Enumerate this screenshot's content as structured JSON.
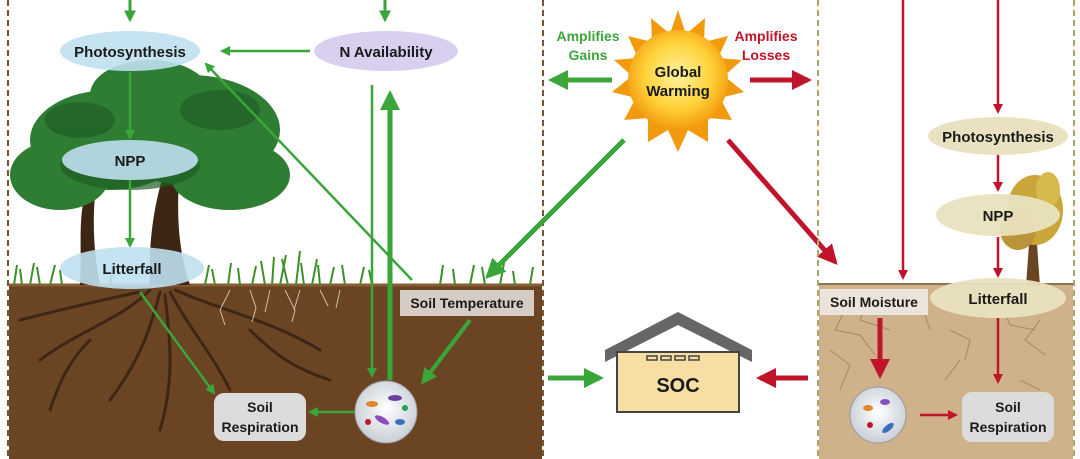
{
  "labels": {
    "photosynthesis_left": "Photosynthesis",
    "n_availability": "N Availability",
    "npp_left": "NPP",
    "litterfall_left": "Litterfall",
    "soil_temperature": "Soil Temperature",
    "soil_respiration_left_1": "Soil",
    "soil_respiration_left_2": "Respiration",
    "soc": "SOC",
    "global_warming_1": "Global",
    "global_warming_2": "Warming",
    "amplifies_gains_1": "Amplifies",
    "amplifies_gains_2": "Gains",
    "amplifies_losses_1": "Amplifies",
    "amplifies_losses_2": "Losses",
    "photosynthesis_right": "Photosynthesis",
    "npp_right": "NPP",
    "litterfall_right": "Litterfall",
    "soil_moisture": "Soil Moisture",
    "soil_respiration_right_1": "Soil",
    "soil_respiration_right_2": "Respiration"
  },
  "colors": {
    "gain": "#3aa63a",
    "loss": "#c0142a",
    "soil_left": "#6b4424",
    "soil_right": "#cfb28a",
    "sun": "#f7b21a",
    "soc_house": "#f7dfa3",
    "roof": "#666666"
  }
}
